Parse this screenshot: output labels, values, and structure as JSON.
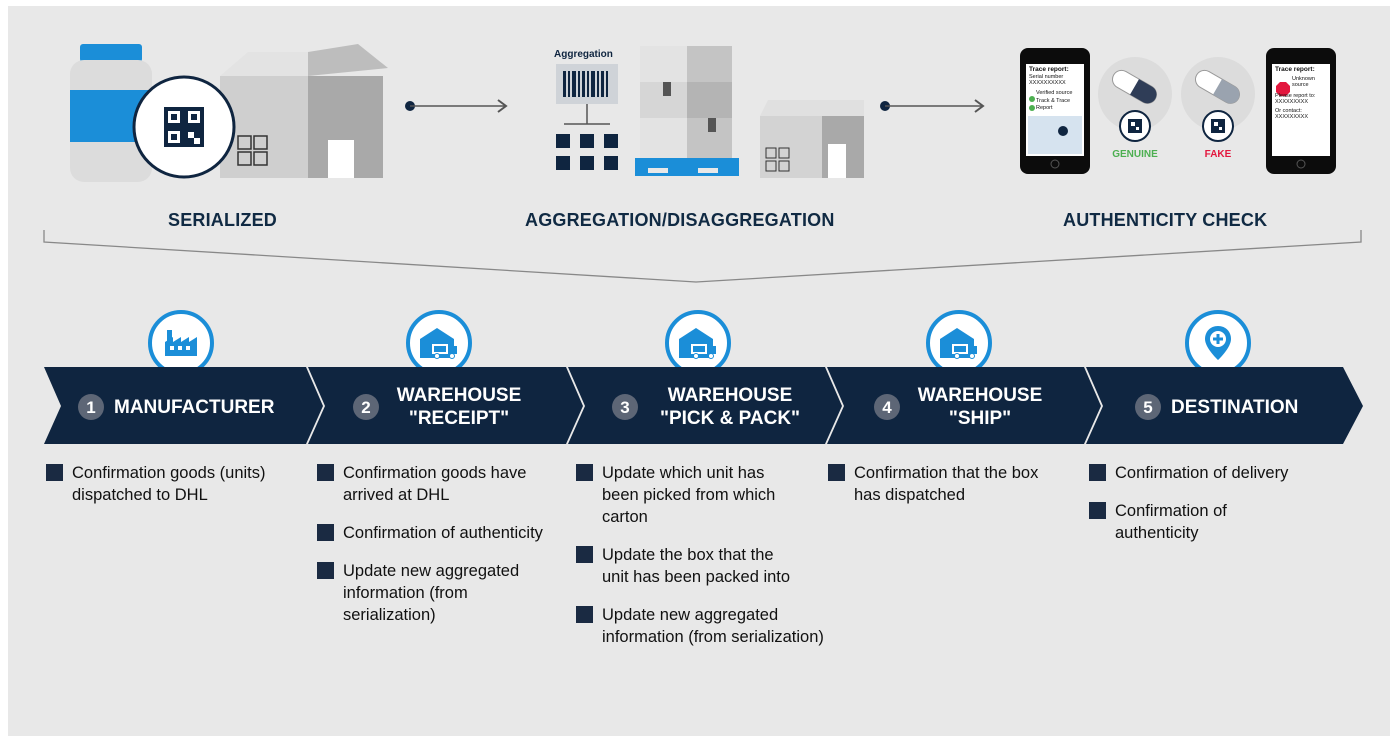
{
  "phases": [
    {
      "label": "SERIALIZED"
    },
    {
      "label": "AGGREGATION/DISAGGREGATION"
    },
    {
      "label": "AUTHENTICITY CHECK"
    }
  ],
  "aggregation_label": "Aggregation",
  "phone_left": {
    "title": "Trace report:",
    "serial_label": "Serial number",
    "serial_value": "XXXXXXXXXX",
    "verified": "Verified source",
    "track_trace": "Track & Trace",
    "report": "Report"
  },
  "phone_right": {
    "title": "Trace report:",
    "unknown": "Unknown",
    "source": "source",
    "please_report": "Please report to:",
    "report_value": "XXXXXXXXX",
    "or_contact": "Or contact:",
    "contact_value": "XXXXXXXXX"
  },
  "genuine_label": "GENUINE",
  "fake_label": "FAKE",
  "colors": {
    "accent_blue": "#1b8ed8",
    "navy": "#0f2540",
    "genuine": "#4caf50",
    "fake": "#e3173e"
  },
  "stages": [
    {
      "num": "1",
      "title": "MANUFACTURER",
      "icon": "factory-icon",
      "bullets": [
        "Confirmation goods (units) dispatched to DHL"
      ]
    },
    {
      "num": "2",
      "title": "WAREHOUSE \"RECEIPT\"",
      "icon": "warehouse-truck-icon",
      "bullets": [
        "Confirmation goods have arrived at DHL",
        "Confirmation of authenticity",
        "Update new aggregated information (from serialization)"
      ]
    },
    {
      "num": "3",
      "title": "WAREHOUSE \"PICK & PACK\"",
      "icon": "warehouse-truck-icon",
      "bullets": [
        "Update which unit has been picked from which carton",
        "Update the box that the unit has been packed into",
        "Update new aggregated information (from serialization)"
      ]
    },
    {
      "num": "4",
      "title": "WAREHOUSE \"SHIP\"",
      "icon": "warehouse-truck-icon",
      "bullets": [
        "Confirmation that the box has dispatched"
      ]
    },
    {
      "num": "5",
      "title": "DESTINATION",
      "icon": "location-plus-icon",
      "bullets": [
        "Confirmation of delivery",
        "Confirmation of authenticity"
      ]
    }
  ]
}
